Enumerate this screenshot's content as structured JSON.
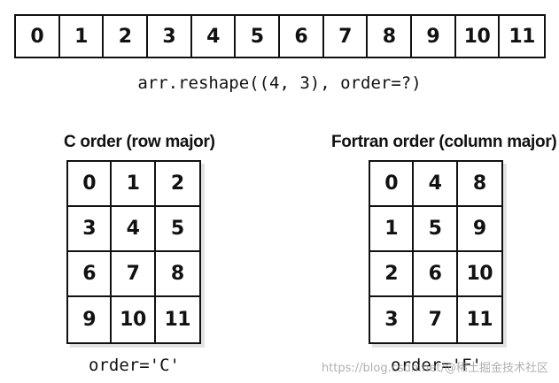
{
  "array_1d": [
    "0",
    "1",
    "2",
    "3",
    "4",
    "5",
    "6",
    "7",
    "8",
    "9",
    "10",
    "11"
  ],
  "code": "arr.reshape((4, 3), order=?)",
  "panels": [
    {
      "title": "C order (row major)",
      "cells": [
        "0",
        "1",
        "2",
        "3",
        "4",
        "5",
        "6",
        "7",
        "8",
        "9",
        "10",
        "11"
      ],
      "order_label": "order='C'"
    },
    {
      "title": "Fortran order (column major)",
      "cells": [
        "0",
        "4",
        "8",
        "1",
        "5",
        "9",
        "2",
        "6",
        "10",
        "3",
        "7",
        "11"
      ],
      "order_label": "order='F'"
    }
  ],
  "watermark": "https://blog.csdn.net/@稀土掘金技术社区"
}
